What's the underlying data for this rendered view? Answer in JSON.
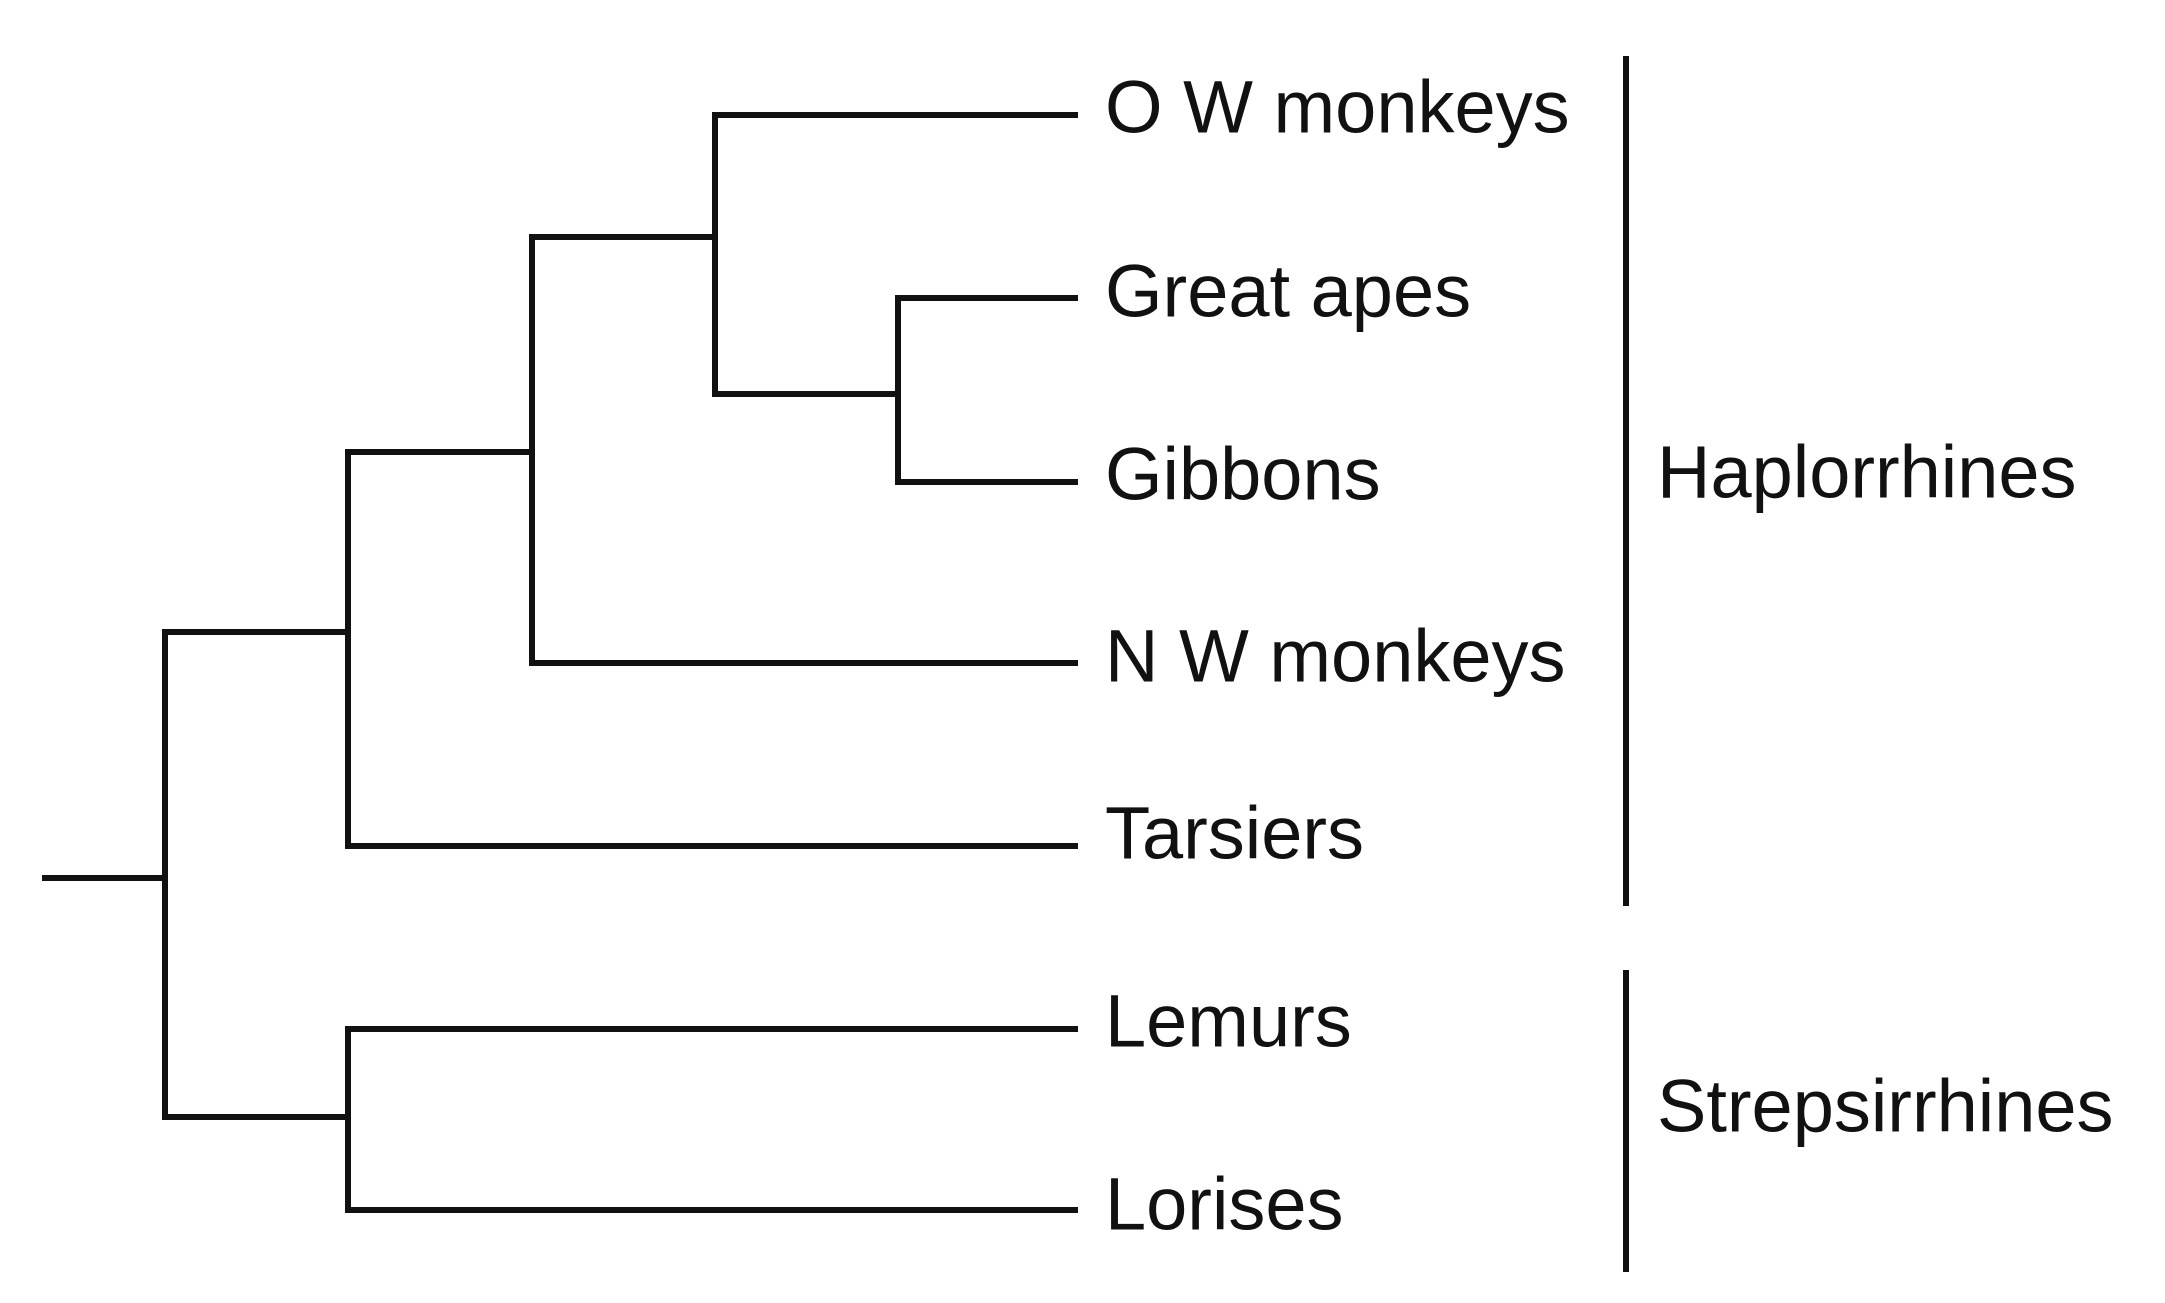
{
  "tree": {
    "leaves": [
      {
        "id": "ow",
        "label": "O W monkeys"
      },
      {
        "id": "ape",
        "label": "Great apes"
      },
      {
        "id": "gib",
        "label": "Gibbons"
      },
      {
        "id": "nw",
        "label": "N W monkeys"
      },
      {
        "id": "tar",
        "label": "Tarsiers"
      },
      {
        "id": "lem",
        "label": "Lemurs"
      },
      {
        "id": "lor",
        "label": "Lorises"
      }
    ],
    "clades": {
      "root": [
        "haplorrhini",
        "strepsirrhini"
      ],
      "haplorrhini": [
        "anthropoidea",
        "tar"
      ],
      "anthropoidea": [
        "catarrhini",
        "nw"
      ],
      "catarrhini": [
        "ow",
        "hominoidea"
      ],
      "hominoidea": [
        "ape",
        "gib"
      ],
      "strepsirrhini": [
        "lem",
        "lor"
      ]
    }
  },
  "groups": {
    "haplorrhines": {
      "label": "Haplorrhines",
      "members": [
        "ow",
        "ape",
        "gib",
        "nw",
        "tar"
      ]
    },
    "strepsirrhines": {
      "label": "Strepsirrhines",
      "members": [
        "lem",
        "lor"
      ]
    }
  }
}
